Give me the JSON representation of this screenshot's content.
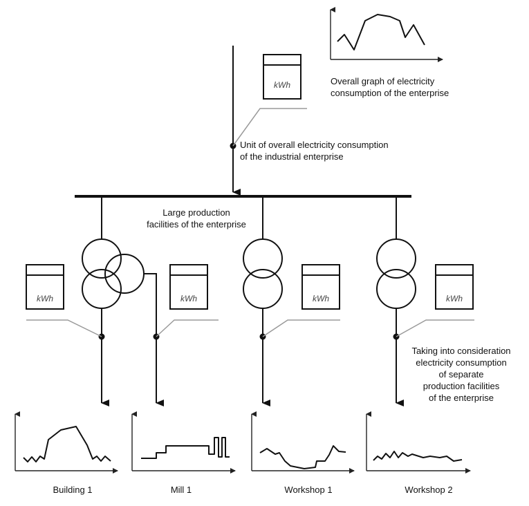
{
  "labels": {
    "overall_graph": [
      "Overall graph of electricity",
      "consumption of the enterprise"
    ],
    "overall_unit": [
      "Unit of overall electricity consumption",
      "of the industrial enterprise"
    ],
    "large_facilities": [
      "Large production",
      "facilities of the enterprise"
    ],
    "separate": [
      "Taking into consideration",
      "electricity consumption",
      "of separate",
      "production facilities",
      "of the enterprise"
    ]
  },
  "meter_label": "kWh",
  "facilities": [
    {
      "name": "Building 1"
    },
    {
      "name": "Mill 1"
    },
    {
      "name": "Workshop 1"
    },
    {
      "name": "Workshop 2"
    }
  ]
}
